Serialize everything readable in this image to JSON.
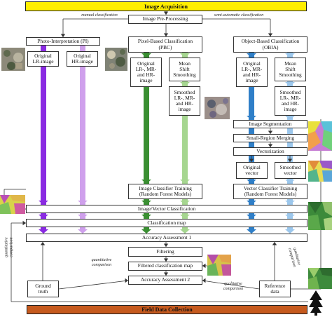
{
  "header": {
    "label": "Image Acquisition",
    "color": "#ffee00"
  },
  "preprocessing": "Image Pre-Processing",
  "notes": {
    "manual": "manual classification",
    "semi_auto": "semi-automatic classification",
    "quantitative_comparison": "quantitative\ncomparison",
    "qualitative_comparison": "qualitative\ncomparison",
    "quantitative_side": "quantitative\ncomparison",
    "qualitative_side": "qualitative\ncomparison"
  },
  "pi": {
    "title": "Photo-Interpretation (PI)",
    "original_lr": "Original\nLR-image",
    "original_hr": "Original\nHR-image",
    "colors": {
      "lr": "#8a2be2",
      "hr": "#cfa0ec"
    }
  },
  "pbc": {
    "title": "Pixel-Based Classification\n(PBC)",
    "original": "Original\nLR-, MR-\nand HR-\nimage",
    "mean_shift": "Mean\nShift\nSmoothing",
    "smoothed": "Smoothed\nLR-, MR-\nand HR-\nimage",
    "training": "Image Classifier Training\n(Random Forest Models)",
    "colors": {
      "dark": "#3a8f32",
      "light": "#a6d690"
    }
  },
  "obia": {
    "title": "Object-Based Classification\n(OBIA)",
    "original": "Original\nLR-, MR-\nand HR-\nimage",
    "mean_shift": "Mean\nShift\nSmoothing",
    "smoothed": "Smoothed\nLR-, MR-\nand HR-\nimage",
    "segmentation": "Image Segmentation",
    "merging": "Small-Region Merging",
    "vectorization": "Vectorization",
    "original_vector": "Original\nvector",
    "smoothed_vector": "Smoothed\nvector",
    "training": "Vector Classifier Training\n(Random Forest Models)",
    "colors": {
      "dark": "#2f7fc8",
      "light": "#9cc7ec"
    }
  },
  "flow": {
    "image_vector": "Image/Vector Classification",
    "classification_map": "Classification map",
    "accuracy1": "Accuracy Assessment 1",
    "filtering": "Filtering",
    "filtered_map": "Filtered classification map",
    "accuracy2": "Accuracy Assessment 2",
    "ground_truth": "Ground\ntruth",
    "reference_data": "Reference\ndata"
  },
  "footer": {
    "label": "Field Data Collection",
    "color": "#c65a1e"
  },
  "icons": [
    "satellite-image-thumbnail",
    "classified-map-thumbnail",
    "tree-icon"
  ]
}
